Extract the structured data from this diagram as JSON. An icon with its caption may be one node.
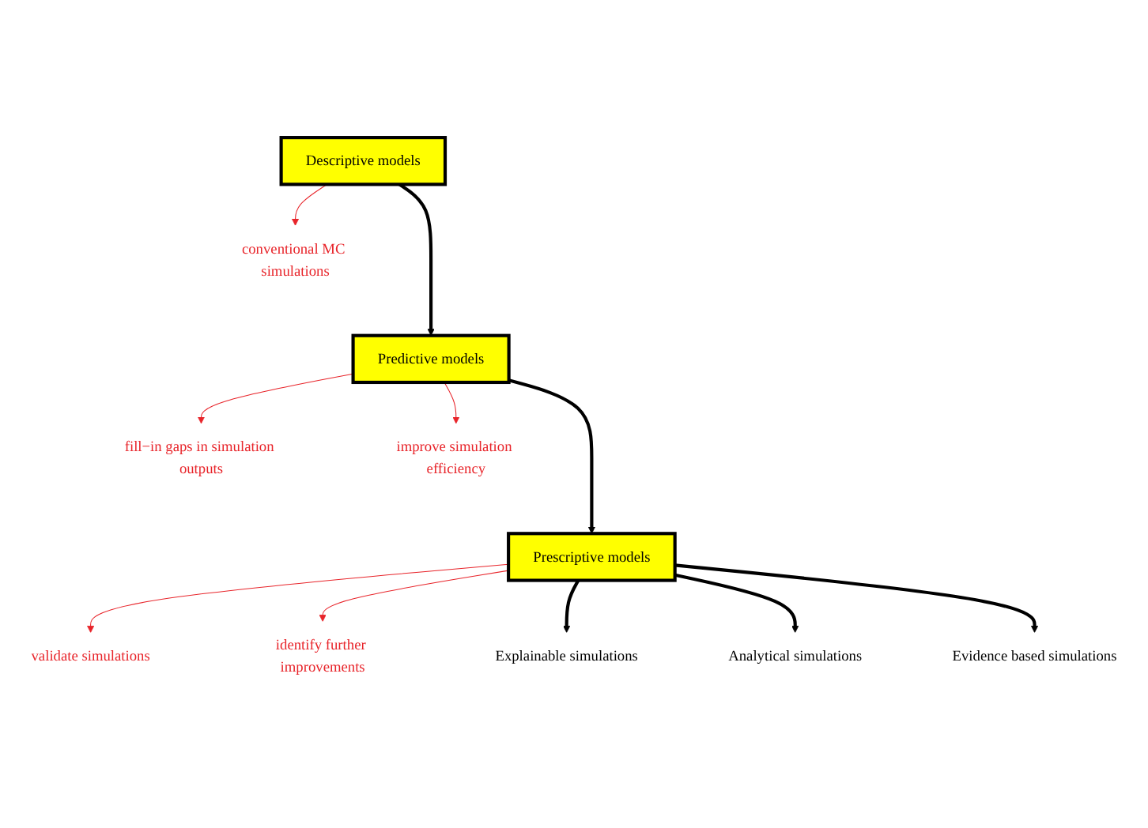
{
  "diagram": {
    "nodes": [
      {
        "text": [
          "Descriptive models"
        ]
      },
      {
        "text": [
          "conventional MC simulations"
        ]
      },
      {
        "text": [
          "Predictive models"
        ]
      },
      {
        "text": [
          "fill−in gaps in simulation outputs"
        ]
      },
      {
        "text": [
          "improve simulation efficiency"
        ]
      },
      {
        "text": [
          "Prescriptive models"
        ]
      },
      {
        "text": [
          "validate simulations"
        ]
      },
      {
        "text": [
          "identify further improvements"
        ]
      },
      {
        "text": [
          "Explainable simulations"
        ]
      },
      {
        "text": [
          "Analytical simulations"
        ]
      },
      {
        "text": [
          "Evidence based simulations"
        ]
      }
    ],
    "edges": [
      {
        "from": 0,
        "to": 1,
        "arrow": "to",
        "color": "#e8242a"
      },
      {
        "from": 0,
        "to": 2,
        "arrow": "to",
        "style": "thick",
        "color": "#000000"
      },
      {
        "from": 2,
        "to": 3,
        "arrow": "to",
        "color": "#e8242a"
      },
      {
        "from": 2,
        "to": 4,
        "arrow": "to",
        "color": "#e8242a"
      },
      {
        "from": 2,
        "to": 5,
        "arrow": "to",
        "style": "thick",
        "color": "#000000"
      },
      {
        "from": 5,
        "to": 6,
        "arrow": "to",
        "color": "#e8242a"
      },
      {
        "from": 5,
        "to": 7,
        "arrow": "to",
        "color": "#e8242a"
      },
      {
        "from": 5,
        "to": 8,
        "arrow": "to",
        "style": "thick",
        "color": "#000000"
      },
      {
        "from": 5,
        "to": 9,
        "arrow": "to",
        "style": "thick",
        "color": "#000000"
      },
      {
        "from": 5,
        "to": 10,
        "arrow": "to",
        "style": "thick",
        "color": "#000000"
      }
    ]
  }
}
